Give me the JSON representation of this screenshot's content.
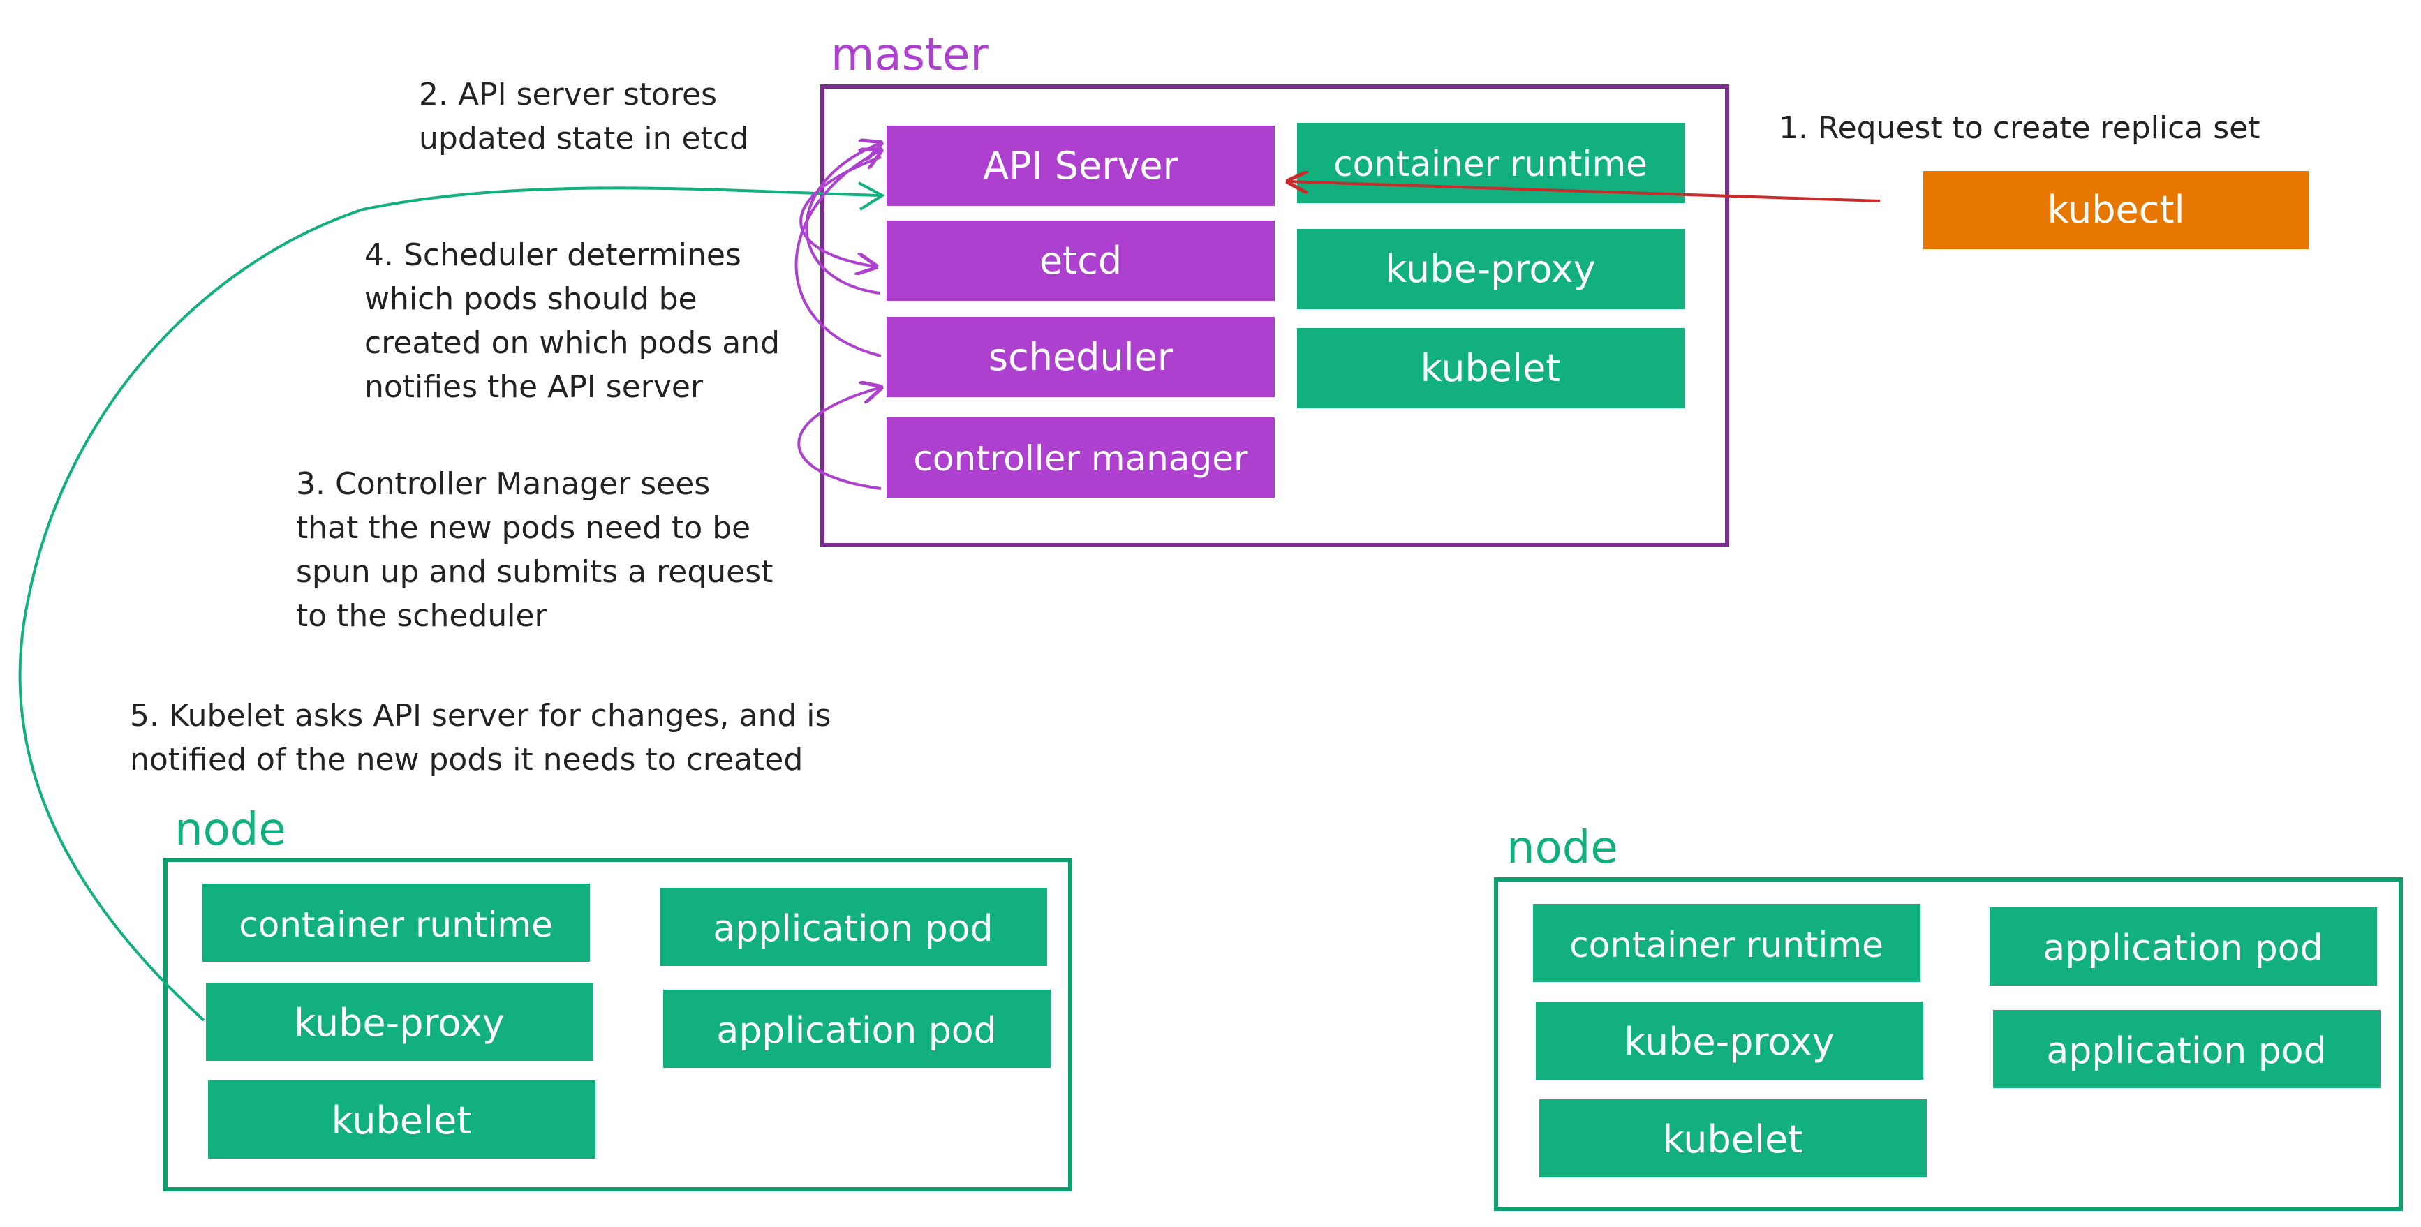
{
  "colors": {
    "master": "#ae40cf",
    "master_frame": "#7b2d8e",
    "node": "#12b07f",
    "node_frame": "#0e9f70",
    "kubectl": "#e87700",
    "arrow_red": "#c92a2a",
    "text": "#222222",
    "white": "#ffffff"
  },
  "master": {
    "title": "master",
    "components": {
      "api_server": "API Server",
      "etcd": "etcd",
      "scheduler": "scheduler",
      "controller_manager": "controller manager",
      "container_runtime": "container runtime",
      "kube_proxy": "kube-proxy",
      "kubelet": "kubelet"
    }
  },
  "kubectl": {
    "label": "kubectl"
  },
  "node_left": {
    "title": "node",
    "components": {
      "container_runtime": "container runtime",
      "kube_proxy": "kube-proxy",
      "kubelet": "kubelet",
      "app_pod_1": "application pod",
      "app_pod_2": "application pod"
    }
  },
  "node_right": {
    "title": "node",
    "components": {
      "container_runtime": "container runtime",
      "kube_proxy": "kube-proxy",
      "kubelet": "kubelet",
      "app_pod_1": "application pod",
      "app_pod_2": "application pod"
    }
  },
  "annotations": {
    "step1": "1. Request to create replica set",
    "step2": [
      "2. API server stores",
      "updated state in etcd"
    ],
    "step3": [
      "3. Controller Manager sees",
      "that the new pods need to be",
      "spun up and submits a request",
      "to the scheduler"
    ],
    "step4": [
      "4. Scheduler determines",
      "which pods should be",
      "created on which pods and",
      "notifies the API server"
    ],
    "step5": [
      "5. Kubelet asks API server for changes, and is",
      "notified of the new pods it needs to created"
    ]
  }
}
